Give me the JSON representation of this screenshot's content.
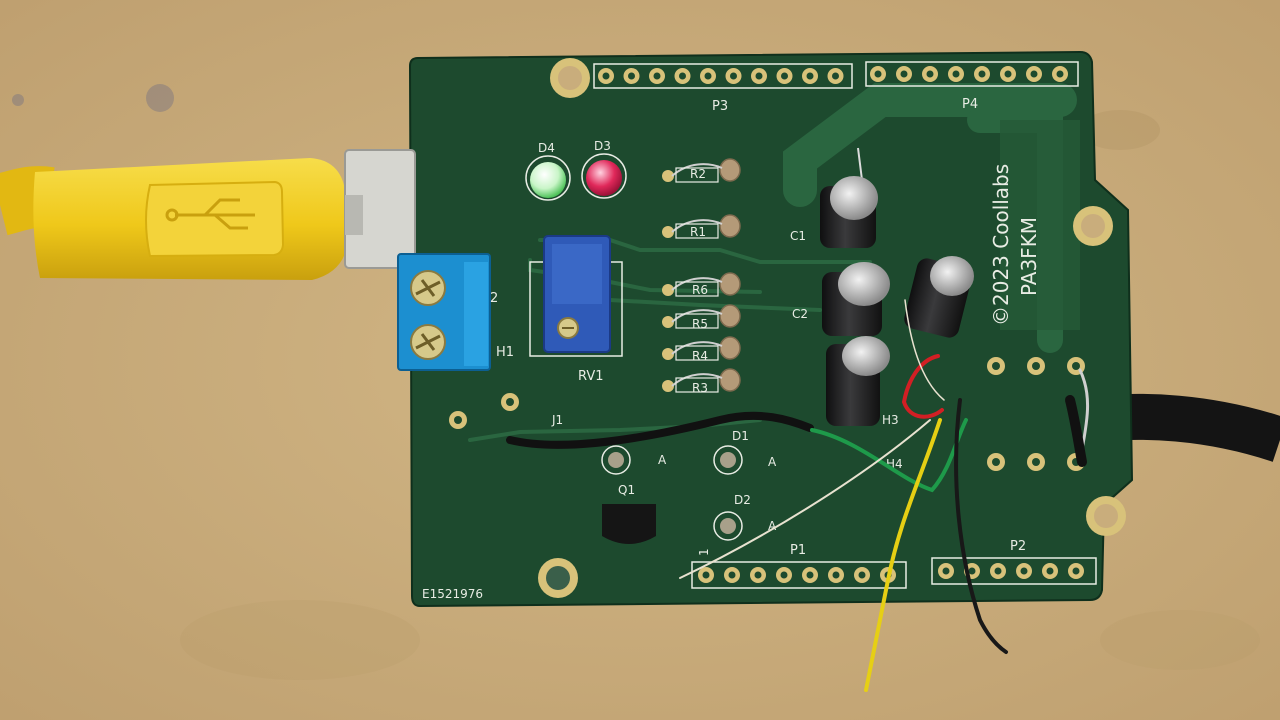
{
  "pcb": {
    "headers": {
      "p1": "P1",
      "p2": "P2",
      "p3": "P3",
      "p4": "P4"
    },
    "components": {
      "d1": "D1",
      "d2": "D2",
      "d3": "D3",
      "d4": "D4",
      "r1": "R1",
      "r2": "R2",
      "r3": "R3",
      "r4": "R4",
      "r5": "R5",
      "r6": "R6",
      "c1": "C1",
      "c2": "C2",
      "rv1": "RV1",
      "q1": "Q1",
      "j1": "J1",
      "h1": "H1",
      "h2": "2",
      "h3": "H3",
      "h4": "H4",
      "anode_a": "A",
      "pin1": "1"
    },
    "credit_line1": "©2023 Coollabs",
    "credit_line2": "PA3FKM",
    "serial": "E1521976"
  },
  "colors": {
    "pcb": "#1d4a2e",
    "copper_pour": "#255a37",
    "silkscreen": "#e8ece4",
    "table": "#c9ad7c",
    "usb_cable": "#f1cd1e",
    "terminal_block": "#1c8fd0",
    "trimmer": "#2f5ab8",
    "led_red": "#e0285a",
    "led_green": "#7ee08a"
  }
}
